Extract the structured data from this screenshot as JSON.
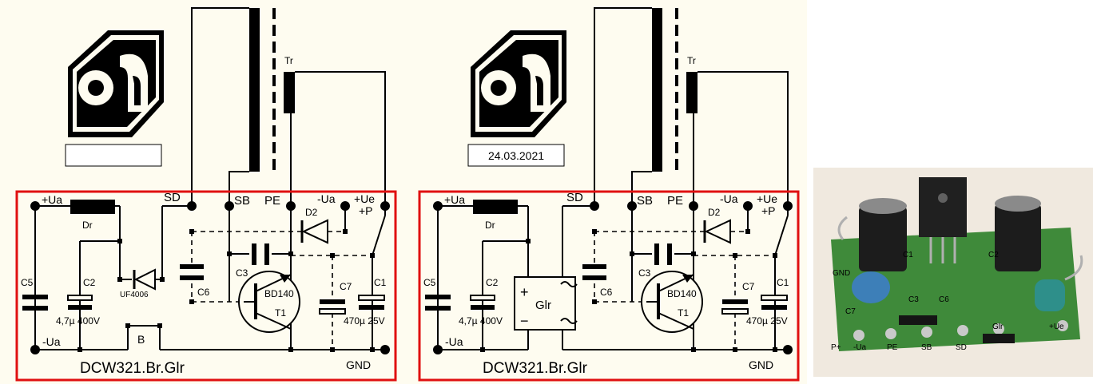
{
  "colors": {
    "background": "#fefcf0",
    "board_outline": "#e01010",
    "pcb_green": "#3f8a3a"
  },
  "left_panel": {
    "logo_text": "gfe",
    "date_box": "",
    "labels": {
      "transformer": "Tr",
      "sd": "SD",
      "sb": "SB",
      "pe": "PE",
      "minus_ua_top": "-Ua",
      "plus_ue": "+Ue",
      "plus_p": "+P",
      "plus_ua": "+Ua",
      "dr": "Dr",
      "d2": "D2",
      "c3": "C3",
      "c5": "C5",
      "c2": "C2",
      "c6": "C6",
      "c7": "C7",
      "c1": "C1",
      "bd140": "BD140",
      "t1": "T1",
      "uf4006": "UF4006",
      "c2_value": "4,7µ 400V",
      "c1_value": "470µ 25V",
      "minus_ua_bottom": "-Ua",
      "b": "B",
      "gnd": "GND",
      "title": "DCW321.Br.Glr"
    }
  },
  "right_panel": {
    "logo_text": "gfe",
    "date_box": "24.03.2021",
    "labels": {
      "transformer": "Tr",
      "sd": "SD",
      "sb": "SB",
      "pe": "PE",
      "minus_ua_top": "-Ua",
      "plus_ue": "+Ue",
      "plus_p": "+P",
      "plus_ua": "+Ua",
      "dr": "Dr",
      "d2": "D2",
      "c3": "C3",
      "c5": "C5",
      "c2": "C2",
      "c6": "C6",
      "c7": "C7",
      "c1": "C1",
      "bd140": "BD140",
      "t1": "T1",
      "glr": "Glr",
      "plus": "+",
      "minus": "−",
      "c2_value": "4,7µ 400V",
      "c1_value": "470µ 25V",
      "minus_ua_bottom": "-Ua",
      "gnd": "GND",
      "title": "DCW321.Br.Glr"
    }
  },
  "photo": {
    "labels": {
      "c1": "C1",
      "c2": "C2",
      "gnd": "GND",
      "c7": "C7",
      "c3": "C3",
      "c6": "C6",
      "glr": "Glr",
      "plus_ue": "+Ue",
      "p_plus": "P+",
      "minus_ua": "-Ua",
      "pe": "PE",
      "sb": "SB",
      "sd": "SD"
    }
  }
}
